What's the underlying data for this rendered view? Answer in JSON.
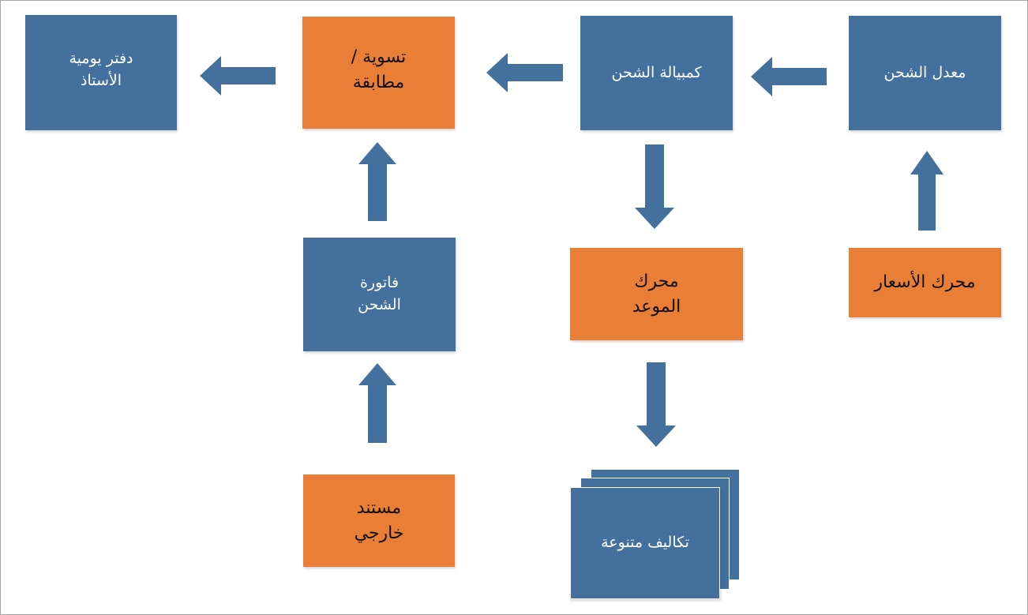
{
  "colors": {
    "blue": "#44709e",
    "orange": "#e97e37",
    "arrow": "#44709e"
  },
  "nodes": {
    "journal": "دفتر يومية\nالأستاذ",
    "settlement": "تسوية /\nمطابقة",
    "freight_bill": "كمبيالة الشحن",
    "freight_rate": "معدل الشحن",
    "freight_invoice": "فاتورة\nالشحن",
    "appointment_engine": "محرك\nالموعد",
    "pricing_engine": "محرك الأسعار",
    "external_document": "مستند\nخارجي",
    "misc_costs": "تكاليف متنوعة"
  }
}
